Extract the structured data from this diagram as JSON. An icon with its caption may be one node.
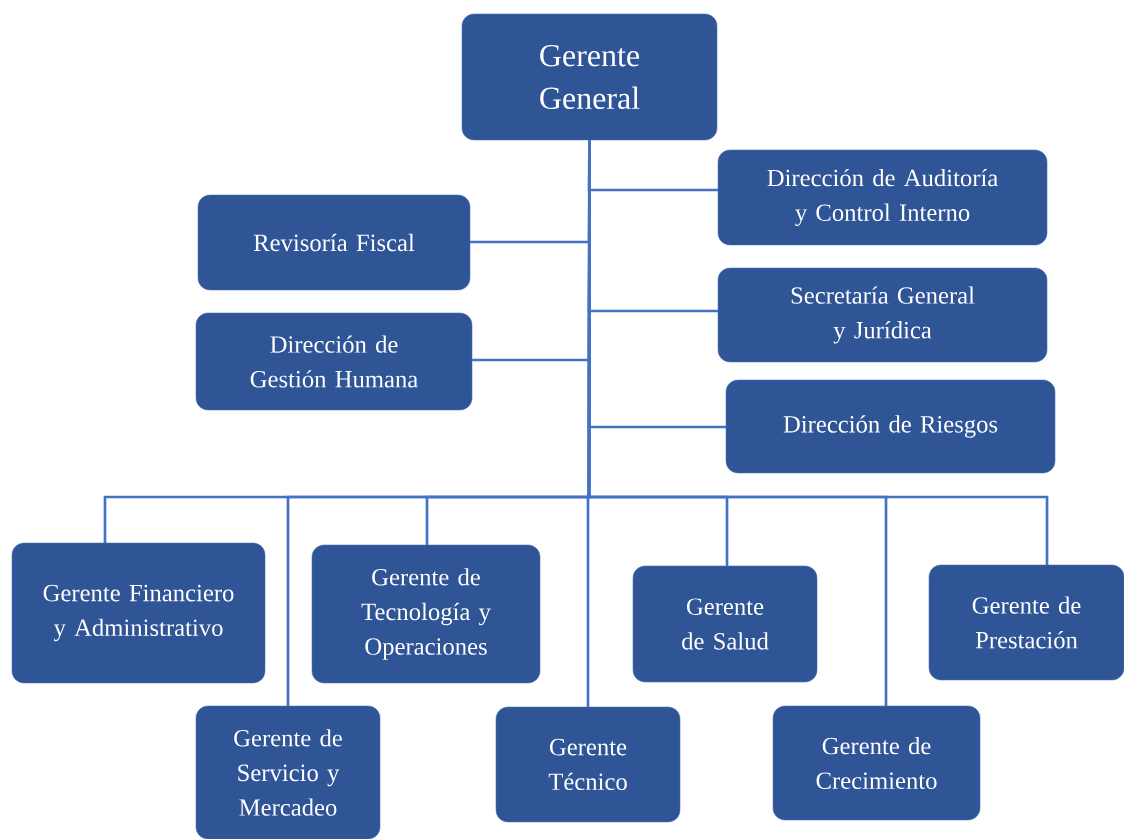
{
  "diagram": {
    "nodes": [
      {
        "text": [
          "Gerente General"
        ]
      },
      {
        "text": [
          "Dirección de Auditoría y Control Interno"
        ]
      },
      {
        "text": [
          "Revisoría Fiscal"
        ]
      },
      {
        "text": [
          "Secretaría General y Jurídica"
        ]
      },
      {
        "text": [
          "Dirección de Gestión Humana"
        ]
      },
      {
        "text": [
          "Dirección de Riesgos"
        ]
      },
      {
        "text": [
          "Gerente Financiero y Administrativo"
        ]
      },
      {
        "text": [
          "Gerente de Servicio y Mercadeo"
        ]
      },
      {
        "text": [
          "Gerente de Tecnología y Operaciones"
        ]
      },
      {
        "text": [
          "Gerente Técnico"
        ]
      },
      {
        "text": [
          "Gerente de Salud"
        ]
      },
      {
        "text": [
          "Gerente de Crecimiento"
        ]
      },
      {
        "text": [
          "Gerente de Prestación"
        ]
      }
    ],
    "edges": [
      {
        "from": 0,
        "to": 1,
        "arrow": "none"
      },
      {
        "from": 0,
        "to": 2,
        "arrow": "none"
      },
      {
        "from": 0,
        "to": 3,
        "arrow": "none"
      },
      {
        "from": 0,
        "to": 4,
        "arrow": "none"
      },
      {
        "from": 0,
        "to": 5,
        "arrow": "none"
      },
      {
        "from": 0,
        "to": 6,
        "arrow": "none"
      },
      {
        "from": 0,
        "to": 7,
        "arrow": "none"
      },
      {
        "from": 0,
        "to": 8,
        "arrow": "none"
      },
      {
        "from": 0,
        "to": 9,
        "arrow": "none"
      },
      {
        "from": 0,
        "to": 10,
        "arrow": "none"
      },
      {
        "from": 0,
        "to": 11,
        "arrow": "none"
      },
      {
        "from": 0,
        "to": 12,
        "arrow": "none"
      }
    ]
  }
}
